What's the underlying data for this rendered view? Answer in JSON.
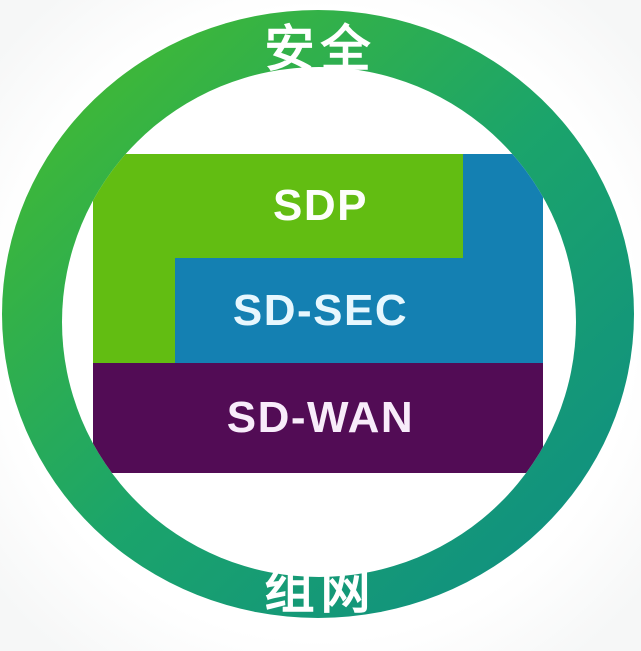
{
  "diagram": {
    "ring": {
      "top_label": "安全",
      "bottom_label": "组网",
      "label_color": "#ffffff",
      "gradient_start": "#4abe27",
      "gradient_mid": "#1ba46b",
      "gradient_end": "#0d8b86"
    },
    "layers": [
      {
        "label": "SDP",
        "color": "#62bd12",
        "text_color": "#fdfefb"
      },
      {
        "label": "SD-SEC",
        "color": "#1480b2",
        "text_color": "#e7f7fe"
      },
      {
        "label": "SD-WAN",
        "color": "#520c55",
        "text_color": "#f8ecfa"
      }
    ],
    "inner_background": "#ffffff"
  }
}
